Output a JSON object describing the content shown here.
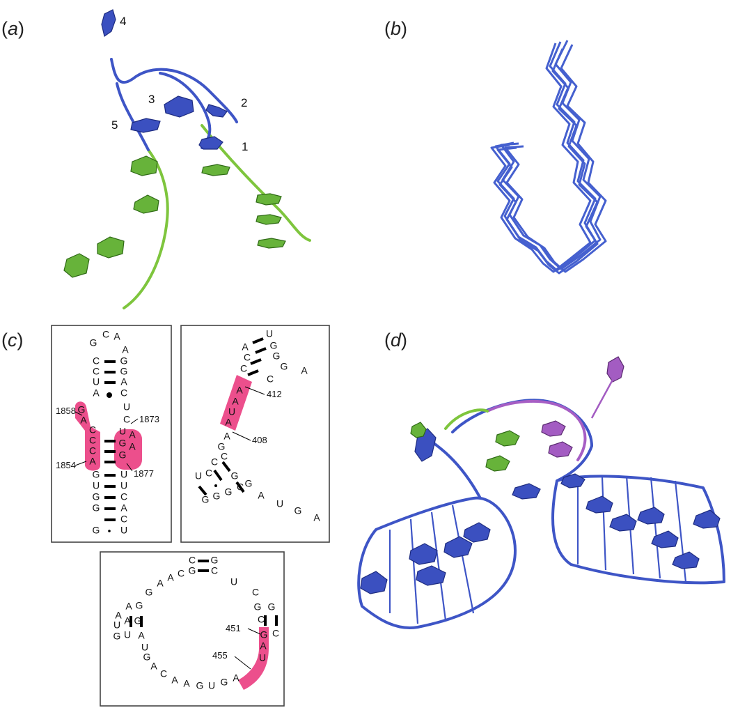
{
  "panels": {
    "a": {
      "label_open": "(",
      "letter": "a",
      "label_close": ")",
      "residue_numbers": [
        "4",
        "3",
        "2",
        "5",
        "1"
      ]
    },
    "b": {
      "label_open": "(",
      "letter": "b",
      "label_close": ")"
    },
    "c": {
      "label_open": "(",
      "letter": "c",
      "label_close": ")",
      "box1": {
        "nucleotides": [
          "G",
          "C",
          "A",
          "A",
          "C",
          "G",
          "C",
          "G",
          "U",
          "A",
          "A",
          "C",
          "U",
          "C",
          "G",
          "A",
          "U",
          "A",
          "C",
          "G",
          "C",
          "A",
          "C",
          "G",
          "A",
          "U",
          "G",
          "U",
          "U",
          "C",
          "G",
          "A",
          "G",
          "C",
          "G",
          "U"
        ],
        "positions": [
          "1858",
          "1873",
          "1854",
          "1877"
        ]
      },
      "box2": {
        "nucleotides": [
          "U",
          "A",
          "G",
          "C",
          "G",
          "C",
          "G",
          "C",
          "A",
          "A",
          "A",
          "U",
          "A",
          "A",
          "G",
          "C",
          "C",
          "U",
          "C",
          "G",
          "G",
          "G",
          "G",
          "C",
          "G",
          "A",
          "U",
          "G",
          "A"
        ],
        "positions": [
          "412",
          "408"
        ]
      },
      "box3": {
        "nucleotides": [
          "C",
          "G",
          "G",
          "C",
          "C",
          "A",
          "A",
          "G",
          "U",
          "C",
          "G",
          "A",
          "A",
          "G",
          "G",
          "A",
          "G",
          "C",
          "U",
          "U",
          "G",
          "C",
          "G",
          "A",
          "U",
          "A",
          "G",
          "U",
          "A",
          "C",
          "A",
          "A",
          "G",
          "U",
          "G",
          "A"
        ],
        "positions": [
          "451",
          "455"
        ]
      }
    },
    "d": {
      "label_open": "(",
      "letter": "d",
      "label_close": ")"
    }
  },
  "colors": {
    "blue": "#3e55c6",
    "green": "#7ec53d",
    "purple": "#a65ec4",
    "highlight": "#ec4f8c"
  }
}
